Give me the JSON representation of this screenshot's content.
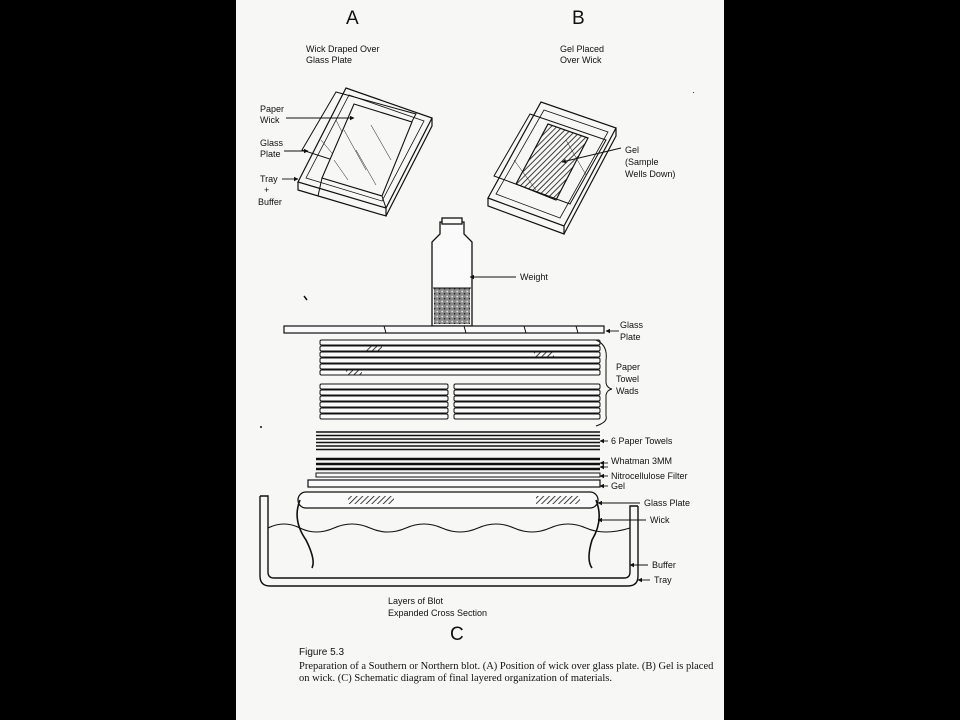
{
  "panels": {
    "a": {
      "letter": "A",
      "title_line1": "Wick Draped Over",
      "title_line2": "Glass Plate",
      "labels": {
        "paper_wick_1": "Paper",
        "paper_wick_2": "Wick",
        "glass_plate_1": "Glass",
        "glass_plate_2": "Plate",
        "tray": "Tray",
        "plus": "+",
        "buffer": "Buffer"
      }
    },
    "b": {
      "letter": "B",
      "title_line1": "Gel Placed",
      "title_line2": "Over Wick",
      "labels": {
        "gel_1": "Gel",
        "gel_2": "(Sample",
        "gel_3": "Wells Down)"
      }
    },
    "c": {
      "letter": "C",
      "title_line1": "Layers of Blot",
      "title_line2": "Expanded Cross Section",
      "labels": {
        "weight": "Weight",
        "glass_plate_1": "Glass",
        "glass_plate_2": "Plate",
        "towel_wads_1": "Paper",
        "towel_wads_2": "Towel",
        "towel_wads_3": "Wads",
        "six_towels": "6 Paper Towels",
        "whatman": "Whatman 3MM",
        "nitro": "Nitrocellulose Filter",
        "gel": "Gel",
        "glass_plate_lower": "Glass Plate",
        "wick": "Wick",
        "buffer": "Buffer",
        "tray": "Tray"
      }
    }
  },
  "caption": {
    "title": "Figure 5.3",
    "text": "Preparation of a Southern or Northern blot. (A) Position of wick over glass plate. (B) Gel is placed on wick. (C) Schematic diagram of final layered organization of materials."
  }
}
